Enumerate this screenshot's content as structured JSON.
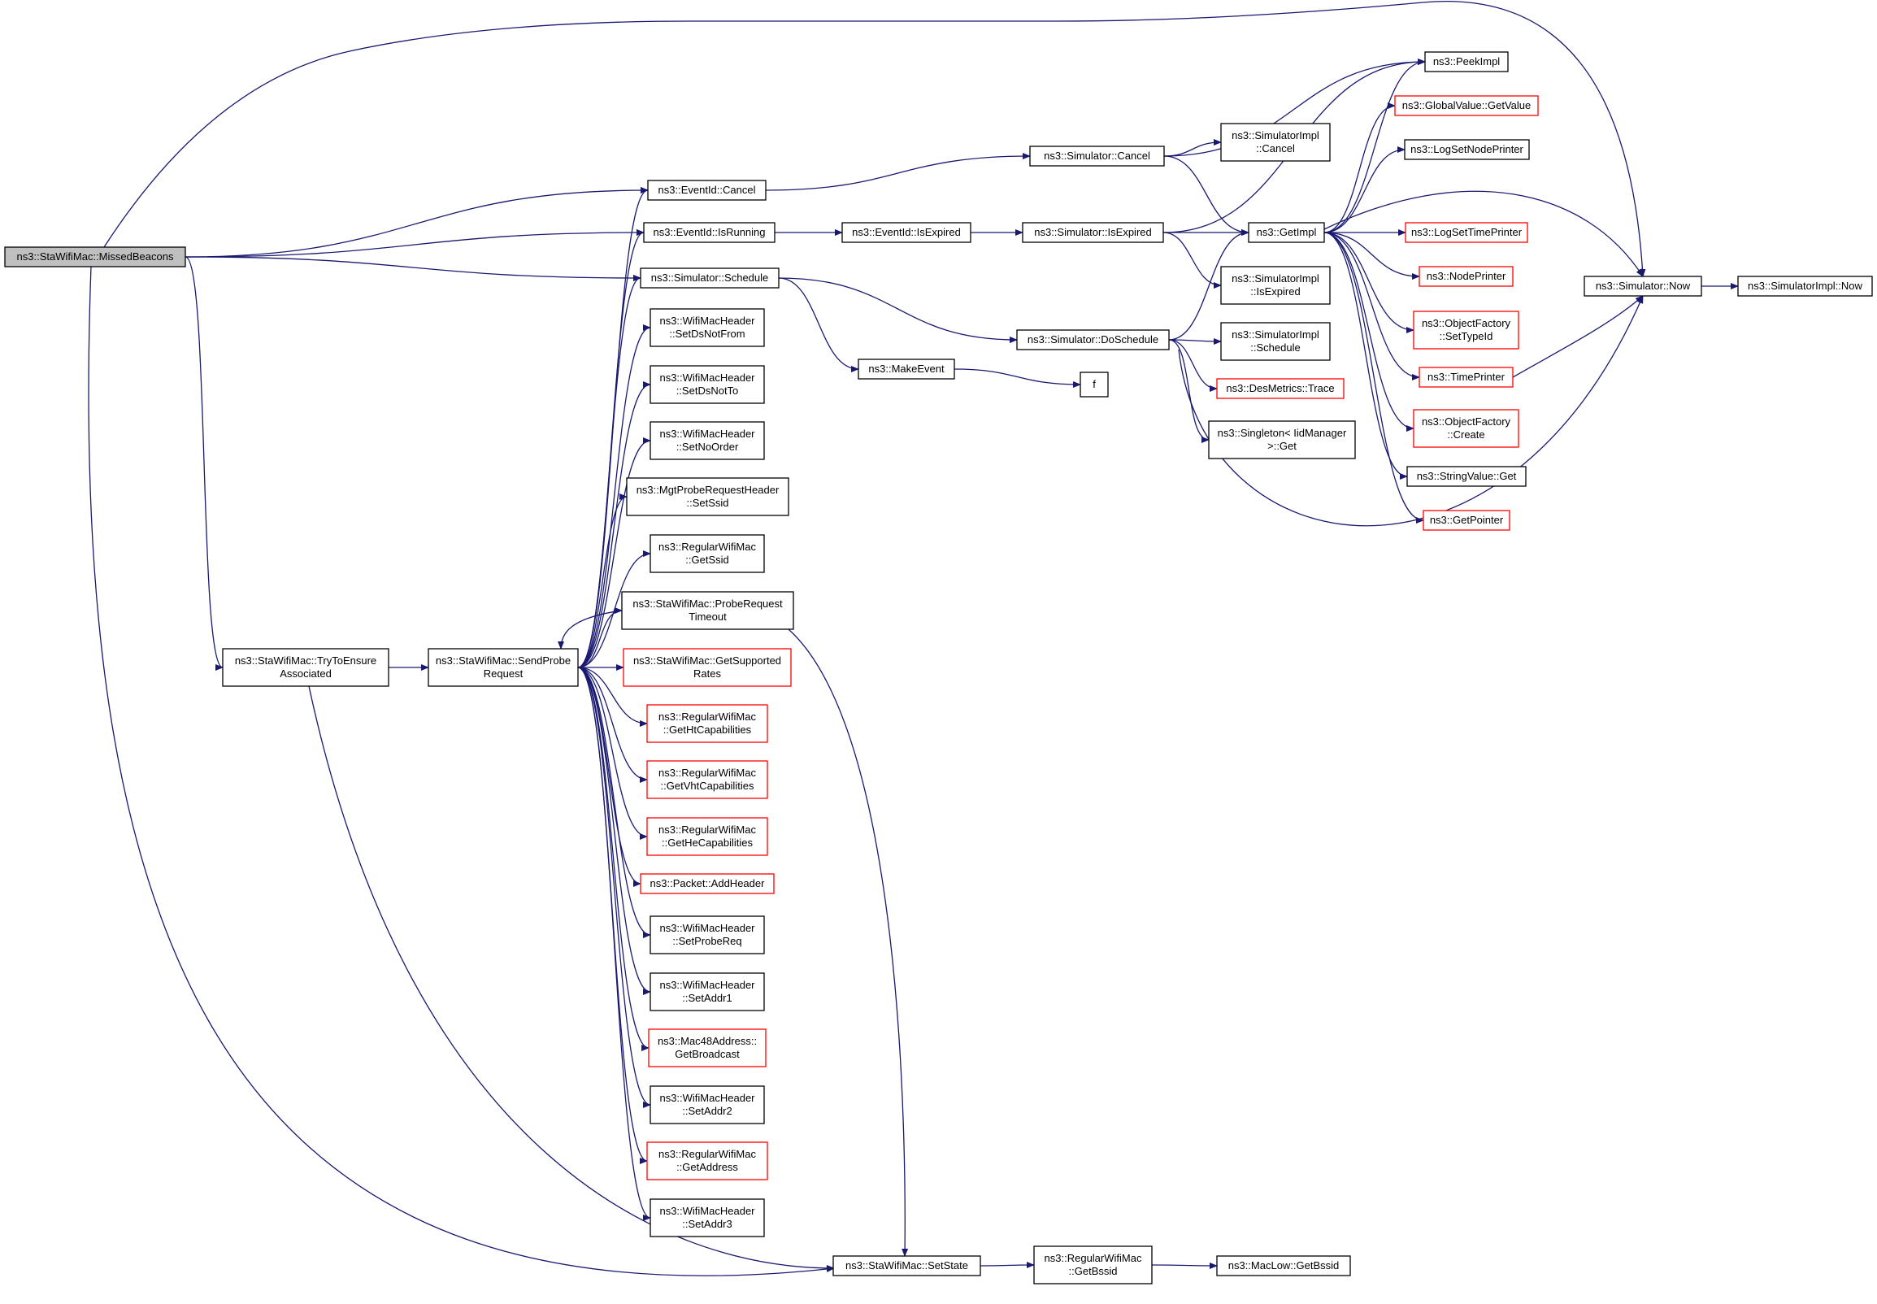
{
  "graph": {
    "nodes": [
      {
        "id": "missed",
        "lines": [
          "ns3::StaWifiMac::MissedBeacons"
        ],
        "border": "black",
        "root": true
      },
      {
        "id": "tryto",
        "lines": [
          "ns3::StaWifiMac::TryToEnsure",
          "Associated"
        ],
        "border": "black"
      },
      {
        "id": "sendprobe",
        "lines": [
          "ns3::StaWifiMac::SendProbe",
          "Request"
        ],
        "border": "black"
      },
      {
        "id": "evcancel",
        "lines": [
          "ns3::EventId::Cancel"
        ],
        "border": "black"
      },
      {
        "id": "evisrunning",
        "lines": [
          "ns3::EventId::IsRunning"
        ],
        "border": "black"
      },
      {
        "id": "simschedule",
        "lines": [
          "ns3::Simulator::Schedule"
        ],
        "border": "black"
      },
      {
        "id": "setdsnotfrom",
        "lines": [
          "ns3::WifiMacHeader",
          "::SetDsNotFrom"
        ],
        "border": "black"
      },
      {
        "id": "setdsnotto",
        "lines": [
          "ns3::WifiMacHeader",
          "::SetDsNotTo"
        ],
        "border": "black"
      },
      {
        "id": "setnoorder",
        "lines": [
          "ns3::WifiMacHeader",
          "::SetNoOrder"
        ],
        "border": "black"
      },
      {
        "id": "setssid",
        "lines": [
          "ns3::MgtProbeRequestHeader",
          "::SetSsid"
        ],
        "border": "black"
      },
      {
        "id": "getssid",
        "lines": [
          "ns3::RegularWifiMac",
          "::GetSsid"
        ],
        "border": "black"
      },
      {
        "id": "probetimeout",
        "lines": [
          "ns3::StaWifiMac::ProbeRequest",
          "Timeout"
        ],
        "border": "black"
      },
      {
        "id": "getsupported",
        "lines": [
          "ns3::StaWifiMac::GetSupported",
          "Rates"
        ],
        "border": "red"
      },
      {
        "id": "getht",
        "lines": [
          "ns3::RegularWifiMac",
          "::GetHtCapabilities"
        ],
        "border": "red"
      },
      {
        "id": "getvht",
        "lines": [
          "ns3::RegularWifiMac",
          "::GetVhtCapabilities"
        ],
        "border": "red"
      },
      {
        "id": "gethe",
        "lines": [
          "ns3::RegularWifiMac",
          "::GetHeCapabilities"
        ],
        "border": "red"
      },
      {
        "id": "addheader",
        "lines": [
          "ns3::Packet::AddHeader"
        ],
        "border": "red"
      },
      {
        "id": "setprobereq",
        "lines": [
          "ns3::WifiMacHeader",
          "::SetProbeReq"
        ],
        "border": "black"
      },
      {
        "id": "setaddr1",
        "lines": [
          "ns3::WifiMacHeader",
          "::SetAddr1"
        ],
        "border": "black"
      },
      {
        "id": "getbroadcast",
        "lines": [
          "ns3::Mac48Address::",
          "GetBroadcast"
        ],
        "border": "red"
      },
      {
        "id": "setaddr2",
        "lines": [
          "ns3::WifiMacHeader",
          "::SetAddr2"
        ],
        "border": "black"
      },
      {
        "id": "getaddress",
        "lines": [
          "ns3::RegularWifiMac",
          "::GetAddress"
        ],
        "border": "red"
      },
      {
        "id": "setaddr3",
        "lines": [
          "ns3::WifiMacHeader",
          "::SetAddr3"
        ],
        "border": "black"
      },
      {
        "id": "setstate",
        "lines": [
          "ns3::StaWifiMac::SetState"
        ],
        "border": "black"
      },
      {
        "id": "getbssid",
        "lines": [
          "ns3::RegularWifiMac",
          "::GetBssid"
        ],
        "border": "black"
      },
      {
        "id": "maclowbssid",
        "lines": [
          "ns3::MacLow::GetBssid"
        ],
        "border": "black"
      },
      {
        "id": "evisexpired",
        "lines": [
          "ns3::EventId::IsExpired"
        ],
        "border": "black"
      },
      {
        "id": "makeevent",
        "lines": [
          "ns3::MakeEvent"
        ],
        "border": "black"
      },
      {
        "id": "f",
        "lines": [
          "f"
        ],
        "border": "black"
      },
      {
        "id": "simcancel",
        "lines": [
          "ns3::Simulator::Cancel"
        ],
        "border": "black"
      },
      {
        "id": "simisexpired",
        "lines": [
          "ns3::Simulator::IsExpired"
        ],
        "border": "black"
      },
      {
        "id": "simdoschedule",
        "lines": [
          "ns3::Simulator::DoSchedule"
        ],
        "border": "black"
      },
      {
        "id": "implcancel",
        "lines": [
          "ns3::SimulatorImpl",
          "::Cancel"
        ],
        "border": "black"
      },
      {
        "id": "getimpl",
        "lines": [
          "ns3::GetImpl"
        ],
        "border": "black"
      },
      {
        "id": "implisexpired",
        "lines": [
          "ns3::SimulatorImpl",
          "::IsExpired"
        ],
        "border": "black"
      },
      {
        "id": "implschedule",
        "lines": [
          "ns3::SimulatorImpl",
          "::Schedule"
        ],
        "border": "black"
      },
      {
        "id": "desmetrics",
        "lines": [
          "ns3::DesMetrics::Trace"
        ],
        "border": "red"
      },
      {
        "id": "singleton",
        "lines": [
          "ns3::Singleton< IidManager",
          ">::Get"
        ],
        "border": "black"
      },
      {
        "id": "peekimpl",
        "lines": [
          "ns3::PeekImpl"
        ],
        "border": "black"
      },
      {
        "id": "globalvalue",
        "lines": [
          "ns3::GlobalValue::GetValue"
        ],
        "border": "red"
      },
      {
        "id": "lognodeprinter",
        "lines": [
          "ns3::LogSetNodePrinter"
        ],
        "border": "black"
      },
      {
        "id": "logtimeprinter",
        "lines": [
          "ns3::LogSetTimePrinter"
        ],
        "border": "red"
      },
      {
        "id": "nodeprinter",
        "lines": [
          "ns3::NodePrinter"
        ],
        "border": "red"
      },
      {
        "id": "settypeid",
        "lines": [
          "ns3::ObjectFactory",
          "::SetTypeId"
        ],
        "border": "red"
      },
      {
        "id": "timeprinter",
        "lines": [
          "ns3::TimePrinter"
        ],
        "border": "red"
      },
      {
        "id": "ofcreate",
        "lines": [
          "ns3::ObjectFactory",
          "::Create"
        ],
        "border": "red"
      },
      {
        "id": "stringvalue",
        "lines": [
          "ns3::StringValue::Get"
        ],
        "border": "black"
      },
      {
        "id": "getpointer",
        "lines": [
          "ns3::GetPointer"
        ],
        "border": "red"
      },
      {
        "id": "simnow",
        "lines": [
          "ns3::Simulator::Now"
        ],
        "border": "black"
      },
      {
        "id": "implnow",
        "lines": [
          "ns3::SimulatorImpl::Now"
        ],
        "border": "black"
      }
    ],
    "edges": [
      [
        "missed",
        "evcancel"
      ],
      [
        "missed",
        "evisrunning"
      ],
      [
        "missed",
        "simschedule"
      ],
      [
        "missed",
        "tryto"
      ],
      [
        "missed",
        "setstate"
      ],
      [
        "missed",
        "simnow"
      ],
      [
        "tryto",
        "sendprobe"
      ],
      [
        "tryto",
        "setstate"
      ],
      [
        "sendprobe",
        "evcancel"
      ],
      [
        "sendprobe",
        "evisrunning"
      ],
      [
        "sendprobe",
        "simschedule"
      ],
      [
        "sendprobe",
        "setdsnotfrom"
      ],
      [
        "sendprobe",
        "setdsnotto"
      ],
      [
        "sendprobe",
        "setnoorder"
      ],
      [
        "sendprobe",
        "setssid"
      ],
      [
        "sendprobe",
        "getssid"
      ],
      [
        "sendprobe",
        "probetimeout"
      ],
      [
        "sendprobe",
        "getsupported"
      ],
      [
        "sendprobe",
        "getht"
      ],
      [
        "sendprobe",
        "getvht"
      ],
      [
        "sendprobe",
        "gethe"
      ],
      [
        "sendprobe",
        "addheader"
      ],
      [
        "sendprobe",
        "setprobereq"
      ],
      [
        "sendprobe",
        "setaddr1"
      ],
      [
        "sendprobe",
        "getbroadcast"
      ],
      [
        "sendprobe",
        "setaddr2"
      ],
      [
        "sendprobe",
        "getaddress"
      ],
      [
        "sendprobe",
        "setaddr3"
      ],
      [
        "probetimeout",
        "sendprobe"
      ],
      [
        "probetimeout",
        "setstate"
      ],
      [
        "setstate",
        "getbssid"
      ],
      [
        "getbssid",
        "maclowbssid"
      ],
      [
        "evcancel",
        "simcancel"
      ],
      [
        "evisrunning",
        "evisexpired"
      ],
      [
        "evisexpired",
        "simisexpired"
      ],
      [
        "simschedule",
        "makeevent"
      ],
      [
        "simschedule",
        "simdoschedule"
      ],
      [
        "makeevent",
        "f"
      ],
      [
        "simcancel",
        "peekimpl"
      ],
      [
        "simcancel",
        "implcancel"
      ],
      [
        "simcancel",
        "getimpl"
      ],
      [
        "simisexpired",
        "peekimpl"
      ],
      [
        "simisexpired",
        "getimpl"
      ],
      [
        "simisexpired",
        "implisexpired"
      ],
      [
        "simdoschedule",
        "getimpl"
      ],
      [
        "simdoschedule",
        "implschedule"
      ],
      [
        "simdoschedule",
        "desmetrics"
      ],
      [
        "simdoschedule",
        "singleton"
      ],
      [
        "simdoschedule",
        "simnow"
      ],
      [
        "getimpl",
        "peekimpl"
      ],
      [
        "getimpl",
        "globalvalue"
      ],
      [
        "getimpl",
        "lognodeprinter"
      ],
      [
        "getimpl",
        "logtimeprinter"
      ],
      [
        "getimpl",
        "nodeprinter"
      ],
      [
        "getimpl",
        "settypeid"
      ],
      [
        "getimpl",
        "timeprinter"
      ],
      [
        "getimpl",
        "ofcreate"
      ],
      [
        "getimpl",
        "stringvalue"
      ],
      [
        "getimpl",
        "getpointer"
      ],
      [
        "getimpl",
        "simnow"
      ],
      [
        "timeprinter",
        "simnow"
      ],
      [
        "simnow",
        "implnow"
      ]
    ],
    "colors": {
      "edge": "#191970",
      "node_border": "#000000",
      "node_border_red": "#ff0000",
      "root_fill": "#bfbfbf"
    }
  }
}
